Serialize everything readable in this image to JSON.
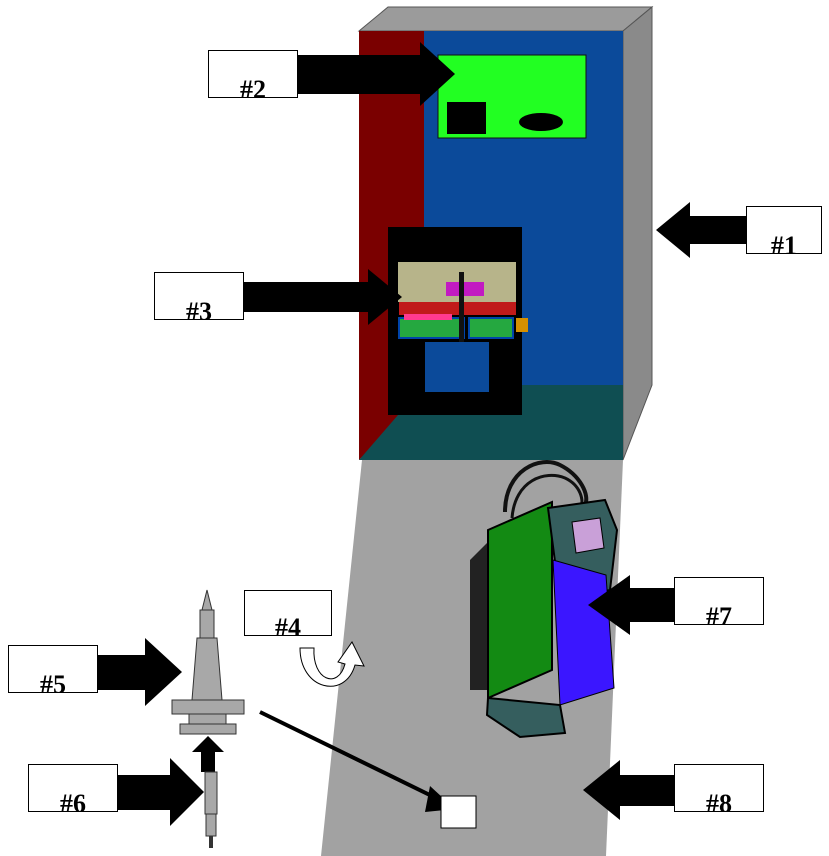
{
  "labels": {
    "l1": "#1",
    "l2": "#2",
    "l3": "#3",
    "l4": "#4",
    "l5": "#5",
    "l6": "#6",
    "l7": "#7",
    "l8": "#8"
  },
  "colors": {
    "cabinet_front": "#0b4a9a",
    "cabinet_side": "#7a0000",
    "cabinet_top": "#9b9b9b",
    "cabinet_right": "#8a8a8a",
    "cabinet_base": "#0f4e52",
    "display_panel": "#22ff22",
    "floor": "#a2a2a2",
    "device_green": "#138a13",
    "device_blue": "#3b16ff",
    "probe_grey": "#a8a8a8"
  }
}
